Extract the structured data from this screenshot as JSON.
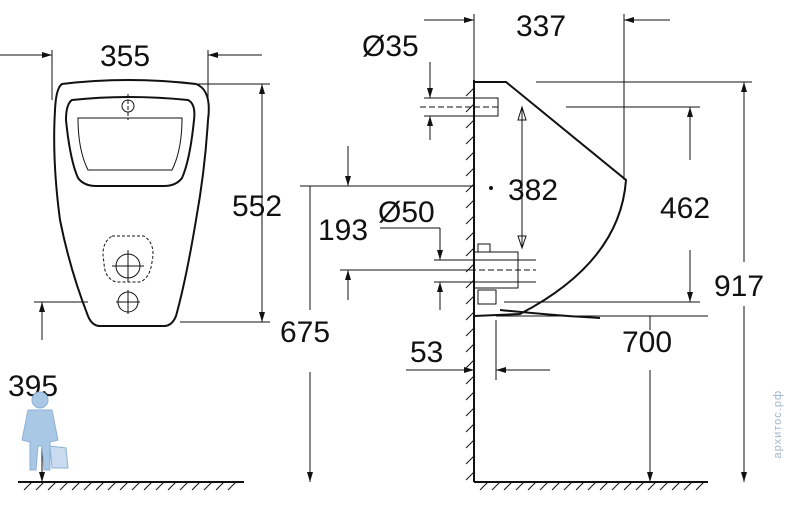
{
  "dimensions": {
    "width_355": "355",
    "height_552": "552",
    "height_675": "675",
    "height_395": "395",
    "depth_337": "337",
    "diameter_35": "Ø35",
    "height_382": "382",
    "height_462": "462",
    "height_193": "193",
    "diameter_50": "Ø50",
    "height_917": "917",
    "depth_53": "53",
    "height_700": "700"
  },
  "watermark": "архитос.рф",
  "colors": {
    "line": "#111111",
    "figure": "#a9c8e6"
  }
}
